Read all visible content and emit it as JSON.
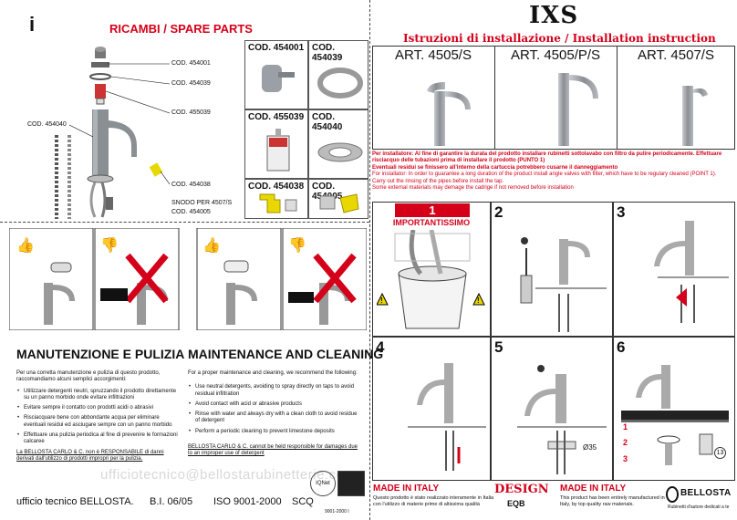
{
  "left": {
    "info_icon": "i",
    "spare_parts_title": "RICAMBI / SPARE PARTS",
    "callouts": [
      "COD. 454001",
      "COD. 454039",
      "COD. 455039",
      "COD. 454040",
      "COD. 454038",
      "SNODO PER 4507/S",
      "COD. 454005"
    ],
    "parts": [
      {
        "code": "COD. 454001"
      },
      {
        "code": "COD. 454039"
      },
      {
        "code": "COD. 455039"
      },
      {
        "code": "COD. 454040"
      },
      {
        "code": "COD. 454038"
      },
      {
        "code": "COD. 454005"
      }
    ],
    "maint_it_title": "MANUTENZIONE E PULIZIA",
    "maint_en_title": "MAINTENANCE AND CLEANING",
    "it_intro": "Per una corretta manutenzione e pulizia di questo prodotto, raccomandiamo alcuni semplici accorgimenti:",
    "it_bullets": [
      "Utilizzare detergenti neutri, spruzzando il prodotto direttamente su un panno morbido onde evitare infiltrazioni",
      "Evitare sempre il contatto con prodotti acidi o abrasivi",
      "Risciacquare bene con abbondante acqua per eliminare eventuali residui ed asciugare sempre con un panno morbido",
      "Effettuare una pulizia periodica al fine di prevenire le formazioni calcaree"
    ],
    "it_disclaimer": "La BELLOSTA CARLO & C. non è RESPONSABILE di danni derivati dall'utilizzo di prodotti impropri per la pulizia.",
    "en_intro": "For a proper maintenance and cleaning, we recommend the following:",
    "en_bullets": [
      "Use neutral detergents, avoiding to spray directly on taps to avoid residual infiltration",
      "Avoid contact with acid or abrasive products",
      "Rinse with water and always dry with a clean cloth to avoid residue of detergent",
      "Perform a periodic cleaning to prevent limestone deposits"
    ],
    "en_disclaimer": "BELLOSTA CARLO & C. cannot be held responsible for damages due to an improper use of detergent",
    "watermark": "ufficiotecnico@bellostarubinetterie.com",
    "footer": {
      "office": "ufficio tecnico BELLOSTA.",
      "bi": "B.I. 06/05",
      "iso": "ISO 9001-2000",
      "scq": "SCQ",
      "iqnet": "IQNet",
      "cert_no": "9001-2000 I"
    }
  },
  "right": {
    "brand": "IXS",
    "instr_title": "Istruzioni di installazione / Installation instruction",
    "articles": [
      "ART. 4505/S",
      "ART. 4505/P/S",
      "ART. 4507/S"
    ],
    "warning_it_bold": "Per installatore: Al fine di garantire la durata del prodotto installare rubinetti sottolavabo con filtro da pulire periodicamente. Effettuare risciacquo delle tubazioni prima di installare il prodotto (PUNTO 1)",
    "warning_it_2": "Eventuali residui se finissero all'interno della cartuccia potrebbero cusarne il danneggiamento",
    "warning_en_1": "For installator: In order to guarantee a long duration of the product install angle valves with filter, which have to be regulary cleaned (POINT 1).",
    "warning_en_2": "Carry out the rinsing of the pipes before install the tap.",
    "warning_en_3": "Some external materials may demage the cadrige if not removed before installation",
    "steps": [
      "1",
      "2",
      "3",
      "4",
      "5",
      "6"
    ],
    "important": "IMPORTANTISSIMO",
    "dim_label": "Ø35",
    "step6_labels": [
      "1",
      "2",
      "3",
      "13"
    ],
    "footer": {
      "made_it": "MADE IN ITALY",
      "made_it_text": "Questo prodotto è stato realizzato interamente in Italia con l'utilizzo di materie prime di altissima qualità",
      "design": "DESIGN",
      "design_sub": "EQB",
      "made_en": "MADE IN ITALY",
      "made_en_text": "This product has been entirely manufactured in Italy, by top quality raw materials.",
      "logo": "BELLOSTA",
      "logo_sub": "Rubinetti d'autore dedicati a te"
    }
  },
  "colors": {
    "accent_red": "#d4001a",
    "yellow": "#e8d800",
    "steel": "#8a8f94"
  }
}
